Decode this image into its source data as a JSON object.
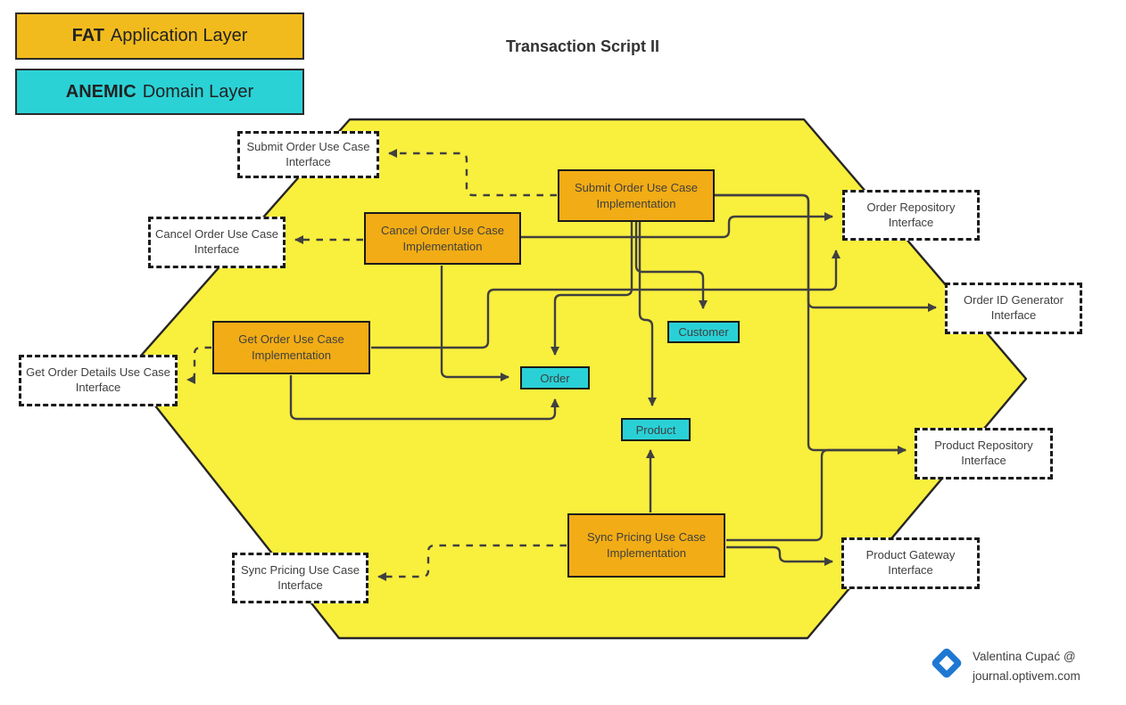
{
  "title": "Transaction Script II",
  "legend": {
    "fat": {
      "bold": "FAT",
      "rest": "Application Layer"
    },
    "anemic": {
      "bold": "ANEMIC",
      "rest": "Domain Layer"
    }
  },
  "colors": {
    "hexagon": "#F9EF3D",
    "application_box": "#F2AC15",
    "legend_fat": "#F2BB1D",
    "domain_box": "#29D1D6",
    "legend_anemic": "#2AD2D6",
    "line": "#404040",
    "interface_bg": "#FFFFFF",
    "border": "#1A1A1A",
    "logo_blue": "#1E78D2"
  },
  "nodes": {
    "implementations": [
      {
        "label": "Submit Order Use Case Implementation"
      },
      {
        "label": "Cancel Order Use Case Implementation"
      },
      {
        "label": "Get Order Use Case Implementation"
      },
      {
        "label": "Sync Pricing Use Case Implementation"
      }
    ],
    "interfaces": [
      {
        "label": "Submit Order Use Case Interface"
      },
      {
        "label": "Cancel Order Use Case Interface"
      },
      {
        "label": "Get Order Details Use Case Interface"
      },
      {
        "label": "Sync Pricing Use Case Interface"
      },
      {
        "label": "Order Repository Interface"
      },
      {
        "label": "Order ID Generator Interface"
      },
      {
        "label": "Product Repository Interface"
      },
      {
        "label": "Product Gateway Interface"
      }
    ],
    "entities": [
      {
        "label": "Customer"
      },
      {
        "label": "Order"
      },
      {
        "label": "Product"
      }
    ]
  },
  "connections": [
    {
      "from": "Submit Order Use Case Implementation",
      "to": "Submit Order Use Case Interface",
      "style": "dashed"
    },
    {
      "from": "Cancel Order Use Case Implementation",
      "to": "Cancel Order Use Case Interface",
      "style": "dashed"
    },
    {
      "from": "Get Order Use Case Implementation",
      "to": "Get Order Details Use Case Interface",
      "style": "dashed"
    },
    {
      "from": "Sync Pricing Use Case Implementation",
      "to": "Sync Pricing Use Case Interface",
      "style": "dashed"
    },
    {
      "from": "Submit Order Use Case Implementation",
      "to": "Customer",
      "style": "solid"
    },
    {
      "from": "Submit Order Use Case Implementation",
      "to": "Order",
      "style": "solid"
    },
    {
      "from": "Submit Order Use Case Implementation",
      "to": "Product",
      "style": "solid"
    },
    {
      "from": "Submit Order Use Case Implementation",
      "to": "Order ID Generator Interface",
      "style": "solid"
    },
    {
      "from": "Submit Order Use Case Implementation",
      "to": "Product Repository Interface",
      "style": "solid"
    },
    {
      "from": "Cancel Order Use Case Implementation",
      "to": "Order",
      "style": "solid"
    },
    {
      "from": "Cancel Order Use Case Implementation",
      "to": "Order Repository Interface",
      "style": "solid"
    },
    {
      "from": "Get Order Use Case Implementation",
      "to": "Order",
      "style": "solid"
    },
    {
      "from": "Get Order Use Case Implementation",
      "to": "Order Repository Interface",
      "style": "solid"
    },
    {
      "from": "Sync Pricing Use Case Implementation",
      "to": "Product",
      "style": "solid"
    },
    {
      "from": "Sync Pricing Use Case Implementation",
      "to": "Product Repository Interface",
      "style": "solid"
    },
    {
      "from": "Sync Pricing Use Case Implementation",
      "to": "Product Gateway Interface",
      "style": "solid"
    }
  ],
  "attribution": {
    "line1": "Valentina Cupać @",
    "line2": "journal.optivem.com"
  }
}
